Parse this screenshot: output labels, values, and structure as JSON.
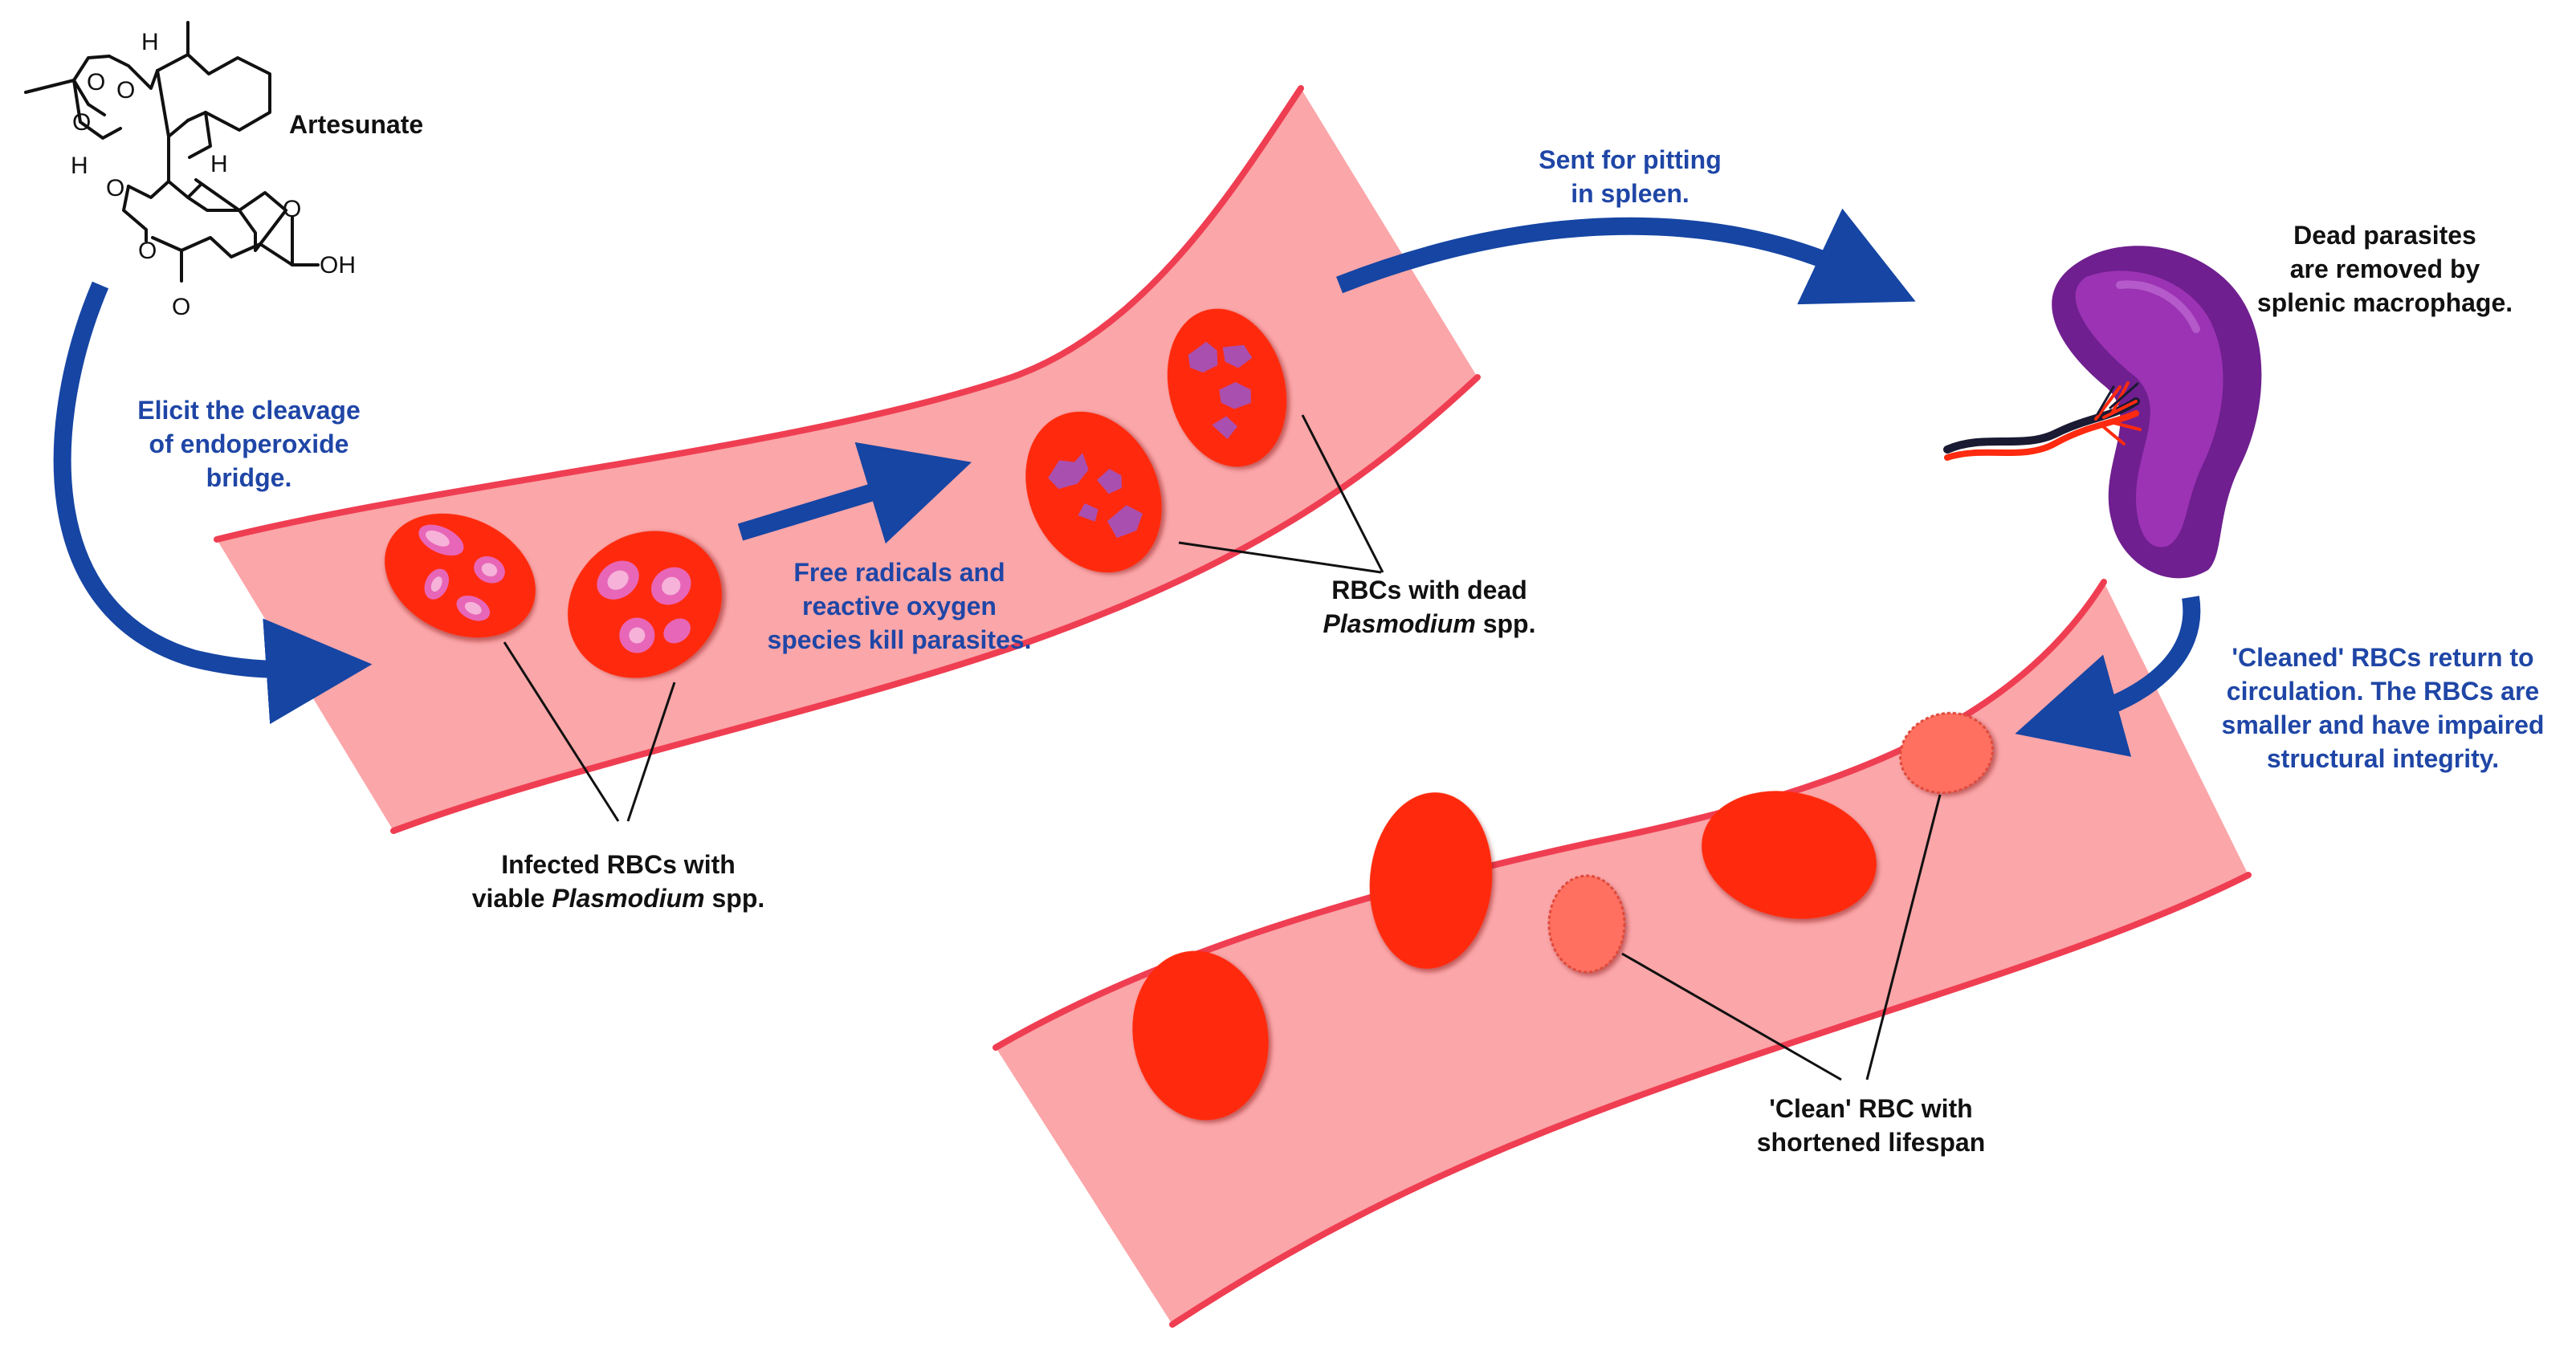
{
  "colors": {
    "vessel_fill": "#fba6a9",
    "vessel_edge": "#ef3e52",
    "rbc": "#ff2a0f",
    "rbc_clean": "#ff7060",
    "parasite_live": "#e766b8",
    "parasite_dead": "#a94fb0",
    "arrow": "#1645a3",
    "label_blue": "#1f46a6",
    "label_black": "#111111",
    "spleen": "#6f1f8f"
  },
  "molecule": {
    "name": "Artesunate",
    "atoms": [
      "H",
      "O",
      "O",
      "O",
      "H",
      "H",
      "O",
      "O",
      "O",
      "OH",
      "O"
    ]
  },
  "labels": {
    "elicit": [
      "Elicit the cleavage",
      "of endoperoxide",
      "bridge."
    ],
    "free_radicals": [
      "Free radicals and",
      "reactive oxygen",
      "species kill parasites."
    ],
    "sent_spleen": [
      "Sent for pitting",
      "in spleen."
    ],
    "dead_removed": [
      "Dead parasites",
      "are removed by",
      "splenic macrophage."
    ],
    "cleaned_return": [
      "'Cleaned' RBCs return to",
      "circulation. The RBCs are",
      "smaller and have impaired",
      "structural integrity."
    ],
    "infected": {
      "line1": "Infected RBCs with",
      "line2_prefix": "viable ",
      "line2_italic": "Plasmodium",
      "line2_suffix": " spp."
    },
    "dead_rbc": {
      "line1": "RBCs with dead",
      "line2_italic": "Plasmodium",
      "line2_suffix": " spp."
    },
    "clean_rbc": [
      "'Clean' RBC with",
      "shortened lifespan"
    ]
  }
}
